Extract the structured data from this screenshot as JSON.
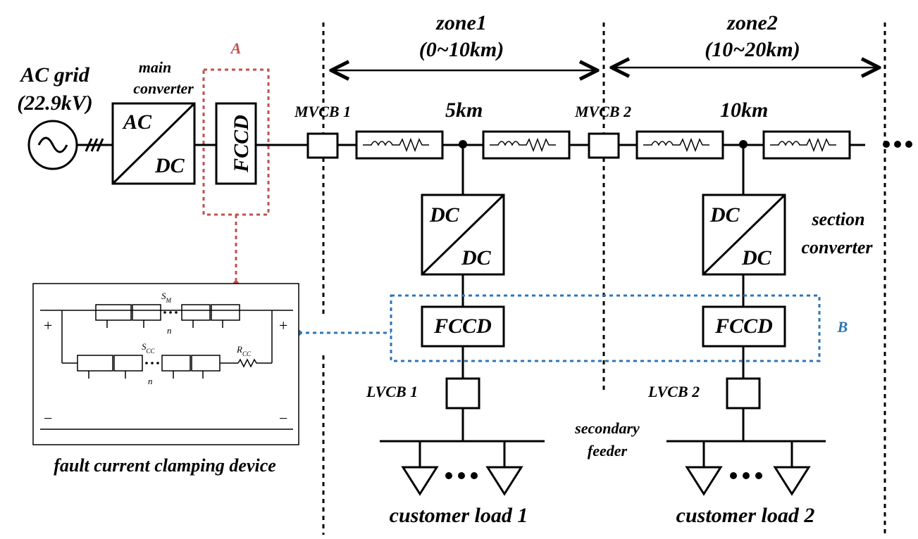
{
  "source": {
    "line1": "AC grid",
    "line2": "(22.9kV)"
  },
  "main_converter": {
    "title_line1": "main",
    "title_line2": "converter",
    "top": "AC",
    "bottom": "DC"
  },
  "fccd_label": "FCCD",
  "marker_a": "A",
  "marker_b": "B",
  "zones": [
    {
      "name": "zone1",
      "range": "(0~10km)"
    },
    {
      "name": "zone2",
      "range": "(10~20km)"
    }
  ],
  "breakers": {
    "mvcb1": "MVCB 1",
    "mvcb2": "MVCB 2",
    "lvcb1": "LVCB 1",
    "lvcb2": "LVCB 2"
  },
  "distances": {
    "d1": "5km",
    "d2": "10km"
  },
  "dcdc": {
    "top": "DC",
    "bottom": "DC"
  },
  "section_converter": {
    "line1": "section",
    "line2": "converter"
  },
  "secondary_feeder": {
    "line1": "secondary",
    "line2": "feeder"
  },
  "loads": {
    "load1": "customer load 1",
    "load2": "customer load 2"
  },
  "inset": {
    "caption": "fault current clamping device",
    "sm_label": "S",
    "sm_sub": "M",
    "scc_label": "S",
    "scc_sub": "CC",
    "rcc_label": "R",
    "rcc_sub": "CC",
    "n_label": "n",
    "plus": "+",
    "minus": "−"
  },
  "colors": {
    "marker_a": "#c0504d",
    "marker_b": "#2e75b6"
  }
}
